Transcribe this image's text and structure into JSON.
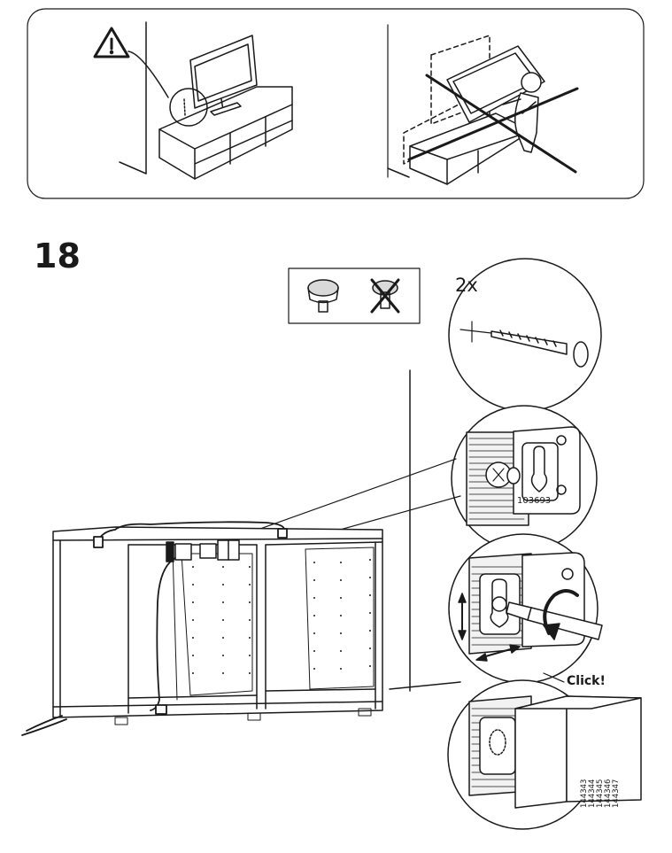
{
  "step": {
    "number": "18"
  },
  "fastener": {
    "quantity": "2x"
  },
  "detail": {
    "article_number": "103693",
    "click_text": "Click!"
  },
  "document_codes": [
    "144343",
    "144344",
    "144345",
    "144346",
    "144347"
  ],
  "colors": {
    "line": "#1a1a1a",
    "background": "#ffffff",
    "shade": "#d9d9d9",
    "panel": "#f2f2f2"
  },
  "icons": [
    "warning-icon",
    "wall-plug-icon",
    "wall-plug-prohibited-icon",
    "screw-icon",
    "rotate-arrow-icon",
    "double-arrow-icon"
  ]
}
